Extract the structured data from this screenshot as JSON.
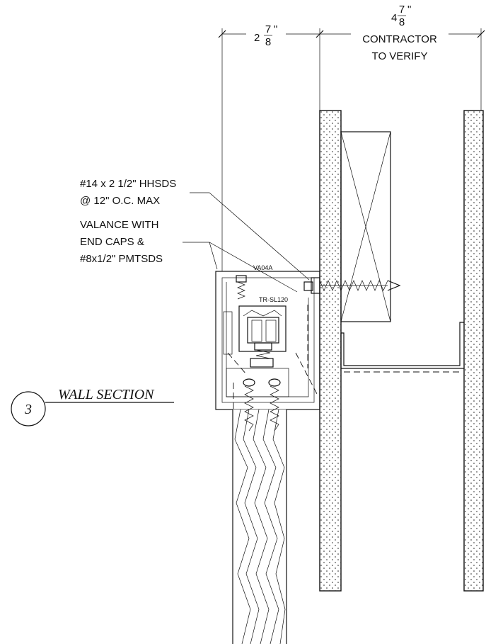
{
  "dimensions": {
    "left": {
      "whole": "2",
      "numerator": "7",
      "denominator": "8",
      "unit": "\""
    },
    "right": {
      "whole": "4",
      "numerator": "7",
      "denominator": "8",
      "unit": "\""
    },
    "right_note_line1": "CONTRACTOR",
    "right_note_line2": "TO VERIFY"
  },
  "callouts": {
    "screw_line1": "#14 x 2 1/2\" HHSDS",
    "screw_line2": "@ 12\" O.C. MAX",
    "valance_line1": "VALANCE WITH",
    "valance_line2": "END CAPS &",
    "valance_line3": "#8x1/2\" PMTSDS"
  },
  "parts": {
    "valance_code": "VA04A",
    "track_code": "TR-SL120"
  },
  "section_tag": {
    "number": "3",
    "title": "WALL SECTION"
  }
}
